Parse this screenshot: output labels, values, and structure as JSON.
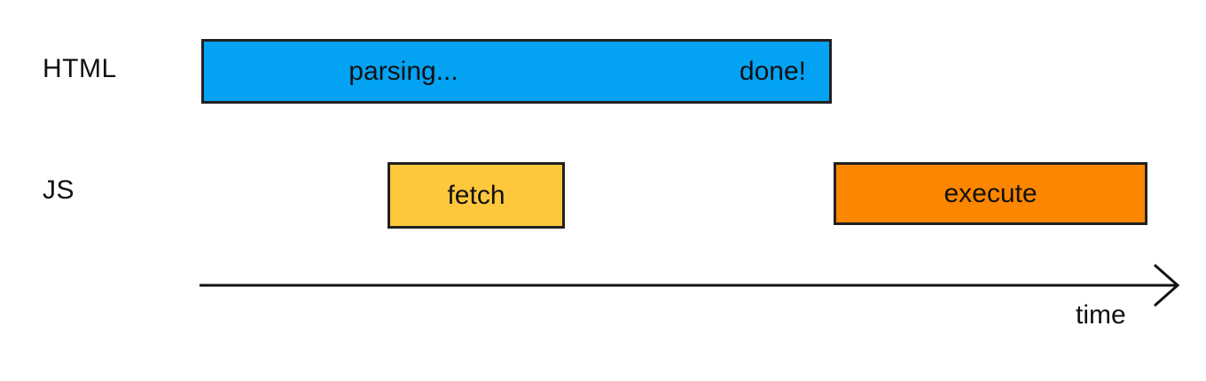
{
  "rows": {
    "html": {
      "label": "HTML",
      "parsing_bar": {
        "parsing_label": "parsing...",
        "done_label": "done!",
        "color": "#03a2f2"
      }
    },
    "js": {
      "label": "JS",
      "fetch_bar": {
        "label": "fetch",
        "color": "#ffc83c"
      },
      "execute_bar": {
        "label": "execute",
        "color": "#fc8600"
      }
    }
  },
  "axis": {
    "label": "time"
  },
  "colors": {
    "bar_border": "#212121",
    "arrow": "#111111",
    "text": "#111111",
    "background": "#ffffff"
  }
}
